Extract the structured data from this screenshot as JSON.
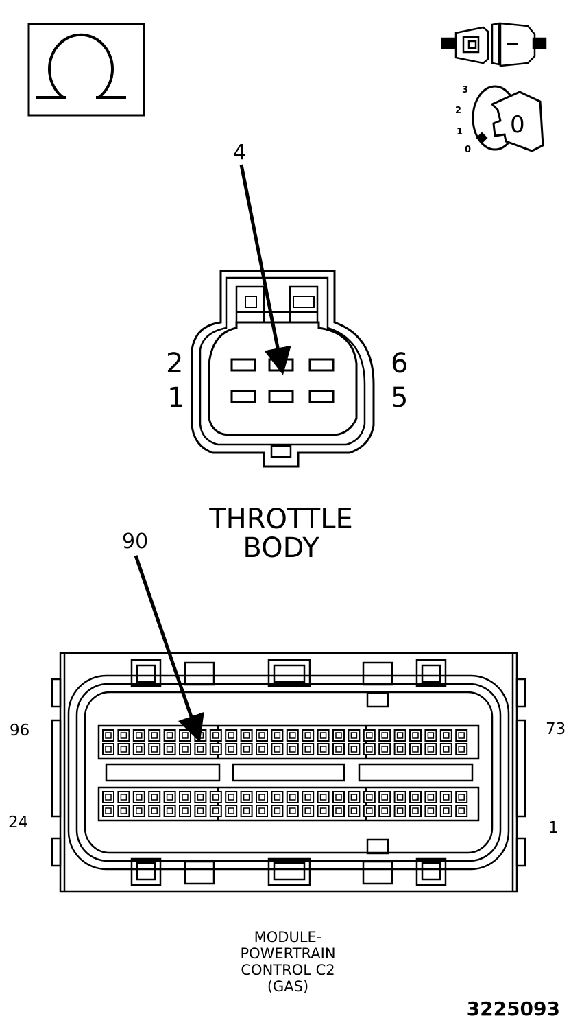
{
  "icons": {
    "ohm": "ohm-meter-icon",
    "connector": "disconnected-connector-icon",
    "ignition": "ignition-key-off-icon"
  },
  "ignition": {
    "positions": [
      "3",
      "2",
      "1",
      "0"
    ],
    "key_label": "0"
  },
  "throttle_body": {
    "pin_labels": [
      "2",
      "6",
      "1",
      "5"
    ],
    "callout": "4",
    "title": [
      "THROTTLE",
      "BODY"
    ]
  },
  "pcm": {
    "callout": "90",
    "pin_labels": [
      "96",
      "73",
      "24",
      "1"
    ],
    "title": [
      "MODULE-",
      "POWERTRAIN",
      "CONTROL C2",
      "(GAS)"
    ]
  },
  "figure_number": "3225093"
}
